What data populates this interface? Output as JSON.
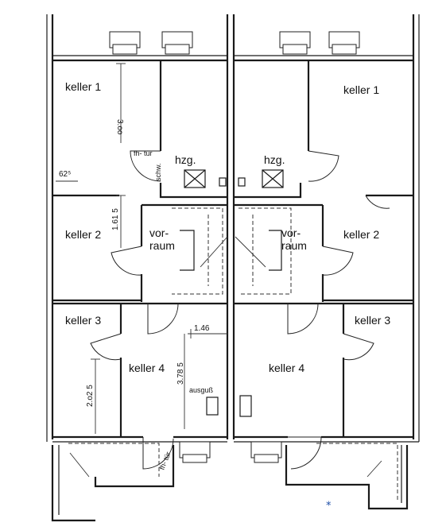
{
  "left_unit": {
    "rooms": {
      "keller1": "keller 1",
      "keller2": "keller 2",
      "keller3": "keller 3",
      "keller4": "keller 4",
      "vorraum_line1": "vor-",
      "vorraum_line2": "raum",
      "hzg": "hzg."
    },
    "labels": {
      "fh_tuer_top": "fh- tür",
      "schw": "schw.",
      "fh_tuer_bottom": "fh- tür",
      "ausguss": "ausguß"
    },
    "dimensions": {
      "d_300": "3.oo",
      "d_625": "62⁵",
      "d_1615": "1.61 5",
      "d_146": "1.46",
      "d_3785": "3.78 5",
      "d_2025": "2.o2 5"
    }
  },
  "right_unit": {
    "rooms": {
      "keller1": "keller 1",
      "keller2": "keller 2",
      "keller3": "keller 3",
      "keller4": "keller 4",
      "vorraum_line1": "vor-",
      "vorraum_line2": "raum",
      "hzg": "hzg."
    }
  },
  "marks": {
    "north_mark": "⁎"
  }
}
